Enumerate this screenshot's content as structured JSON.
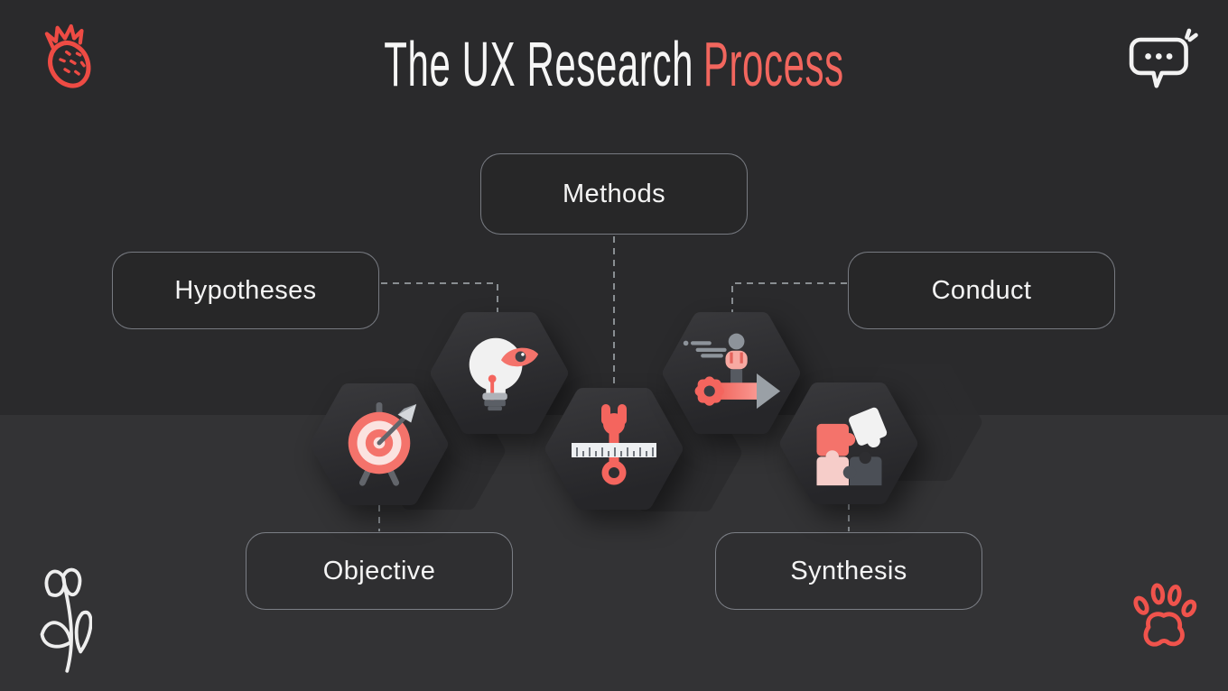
{
  "page": {
    "title_main": "The UX Research",
    "title_accent": "Process"
  },
  "steps": {
    "hypotheses": {
      "label": "Hypotheses",
      "icon": "lightbulb-eye-icon"
    },
    "methods": {
      "label": "Methods",
      "icon": "wrench-ruler-icon"
    },
    "conduct": {
      "label": "Conduct",
      "icon": "person-gear-arrow-icon"
    },
    "objective": {
      "label": "Objective",
      "icon": "target-arrow-icon"
    },
    "synthesis": {
      "label": "Synthesis",
      "icon": "puzzle-pieces-icon"
    }
  },
  "decorations": {
    "top_left": "strawberry-icon",
    "top_right": "speech-bubble-icon",
    "bottom_left": "tulip-flower-icon",
    "bottom_right": "paw-print-icon"
  },
  "colors": {
    "accent": "#f2665e",
    "background_top": "#2a2a2c",
    "background_bottom": "#333335",
    "hexagon_fill": "#2e2e31",
    "coral_icon": "#f4655e",
    "red_outline": "#ee4b44",
    "label_border": "#bac0ca",
    "label_text": "#f4f4f4",
    "connector": "#9aa0a4",
    "gray_icon": "#8d939a"
  }
}
